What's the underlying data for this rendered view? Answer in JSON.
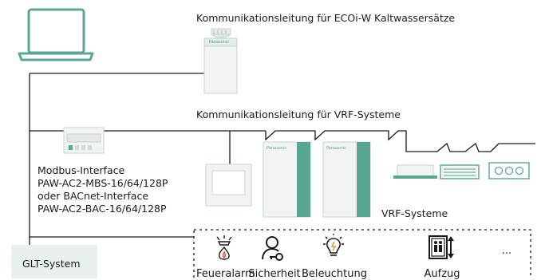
{
  "labels": {
    "ecoi_line": "Kommunikationsleitung für ECOi-W Kaltwassersätze",
    "vrf_line": "Kommunikationsleitung für VRF-Systeme",
    "interface_1": "Modbus-Interface",
    "interface_2": "PAW-AC2-MBS-16/64/128P",
    "interface_3": "oder BACnet-Interface",
    "interface_4": "PAW-AC2-BAC-16/64/128P",
    "vrf_systems": "VRF-Systeme",
    "glt": "GLT-System",
    "brand": "Panasonic"
  },
  "categories": [
    {
      "label": "Feueralarm",
      "icon": "fire-alarm-icon"
    },
    {
      "label": "Sicherheit",
      "icon": "security-key-icon"
    },
    {
      "label": "Beleuchtung",
      "icon": "light-bulb-icon"
    },
    {
      "label": "Aufzug",
      "icon": "elevator-icon"
    },
    {
      "label": "...",
      "icon": "more"
    }
  ],
  "colors": {
    "accent": "#5aa693",
    "accent_light": "#e9f1ee",
    "line": "#1a1a1a",
    "device_fill": "#f1f4f3",
    "device_stroke": "#c9d3cf"
  }
}
